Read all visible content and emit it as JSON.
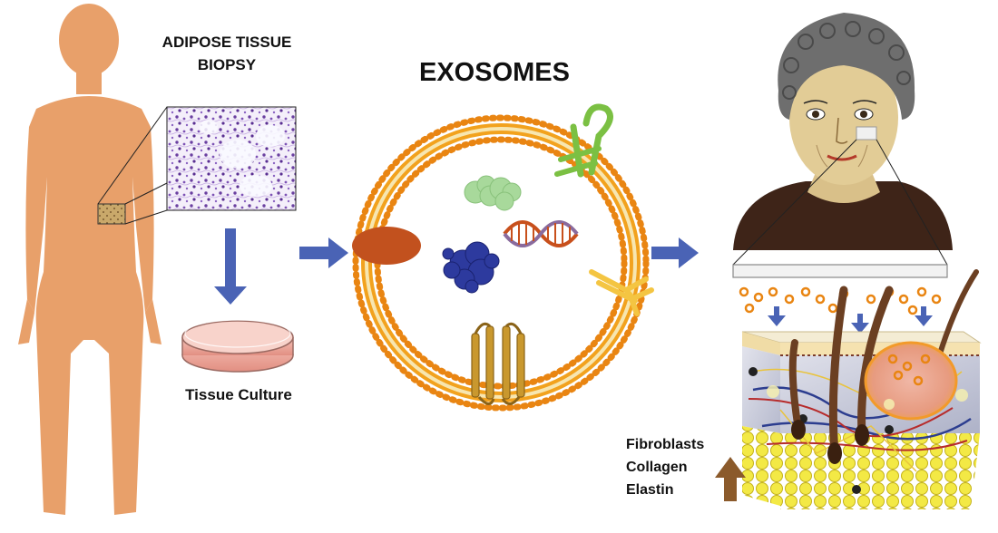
{
  "labels": {
    "biopsy_line1": "ADIPOSE TISSUE",
    "biopsy_line2": "BIOPSY",
    "exosomes": "EXOSOMES",
    "tissue_culture": "Tissue Culture",
    "markers": [
      "Fibroblasts",
      "Collagen",
      "Elastin"
    ]
  },
  "colors": {
    "skin_body": "#E8A06A",
    "membrane": "#F2A21E",
    "flow_arrow": "#4A63B5",
    "increase_arrow": "#8B5A2B",
    "hair": "#6E6E6E",
    "sweater": "#3E2418",
    "dish": "#EDA79C",
    "fat_cells": "#F1E63C"
  },
  "icons": [
    "human-silhouette",
    "histology-inset",
    "petri-dish",
    "exosome-vesicle",
    "dna-icon",
    "protein-icon",
    "receptor-icon",
    "elderly-woman",
    "skin-cross-section",
    "up-arrow"
  ]
}
